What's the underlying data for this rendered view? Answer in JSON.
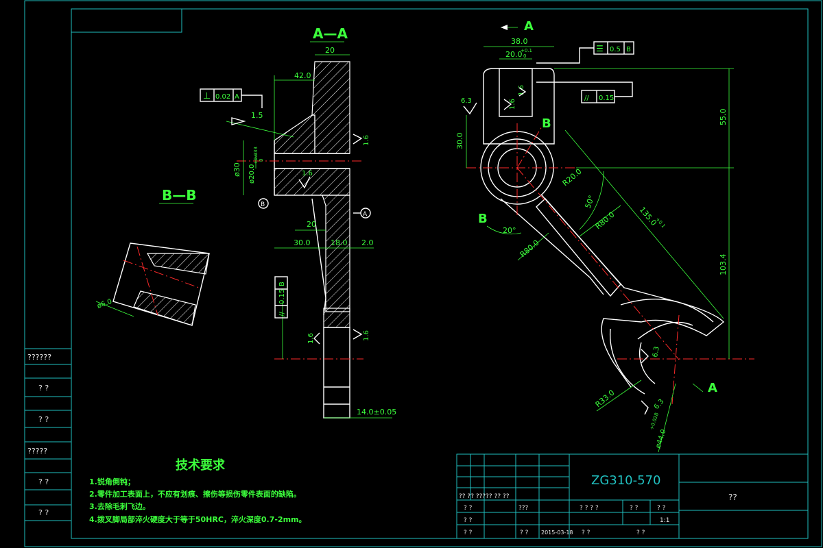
{
  "sections": {
    "aa": "A—A",
    "bb": "B—B",
    "view_a": "A",
    "view_b1": "B",
    "view_b2": "B",
    "view_a2": "A"
  },
  "dims": {
    "d20": "20",
    "d42": "42.0",
    "d15": "1.5",
    "d30dia": "ø30",
    "d20bore": "ø20.0",
    "d20bore_tol_up": "+0.033",
    "d20bore_tol_dn": "0",
    "d30": "30.0",
    "d18": "18.0",
    "d2": "2.0",
    "d14": "14.0±0.05",
    "d6": "ø6.0",
    "r38": "38.0",
    "r20": "20.0",
    "r20_tol": "+0.1",
    "r20_tol0": "0",
    "h30": "30.0",
    "h55": "55.0",
    "h103": "103.4",
    "r20rad": "R20.0",
    "ang50": "50°",
    "r80a": "R80.0",
    "r80b": "R80.0",
    "ang20": "20°",
    "len135": "135.0",
    "len135_tol": "+0.1",
    "r33": "R33.0",
    "d44": "ø44.0",
    "d44_tol": "+0.028"
  },
  "roughness": {
    "r16a": "1.6",
    "r16b": "1.6",
    "r16c": "1.6",
    "r16d": "1.6",
    "r16e": "1.6",
    "r16f": "1.6",
    "r63a": "6.3",
    "r63b": "6.3",
    "r63c": "6.3"
  },
  "tolerances": {
    "perp": {
      "symbol": "⊥",
      "value": "0.02",
      "datum": "A"
    },
    "sym": {
      "symbol": "☰",
      "value": "0.5",
      "datum": "B"
    },
    "par1": {
      "symbol": "//",
      "value": "0.15",
      "datum": ""
    },
    "par2": {
      "symbol": "//",
      "value": "0.15",
      "datum": "B"
    }
  },
  "datums": {
    "a": "A",
    "b": "B"
  },
  "tech": {
    "title": "技术要求",
    "items": [
      "1.锐角倒钝；",
      "2.零件加工表面上，不应有划痕、擦伤等损伤零件表面的缺陷。",
      "3.去除毛刺飞边。",
      "4.拨叉脚局部淬火硬度大于等于50HRC，淬火深度0.7-2mm。"
    ]
  },
  "side_block": {
    "labels": [
      "??????",
      "?  ?",
      "?  ?",
      "?????",
      "?  ?",
      "?  ?"
    ]
  },
  "title_block": {
    "material": "ZG310-570",
    "name": "??",
    "row_labels": [
      "??  ??  ?????  ??  ??",
      "?  ?",
      "???",
      "?  ?",
      "?  ?",
      "? ?",
      "2015-03-18"
    ],
    "mid_labels": [
      "? ? ? ?",
      "? ?",
      "? ?",
      "1:1",
      "?    ?",
      "?    ?"
    ]
  }
}
